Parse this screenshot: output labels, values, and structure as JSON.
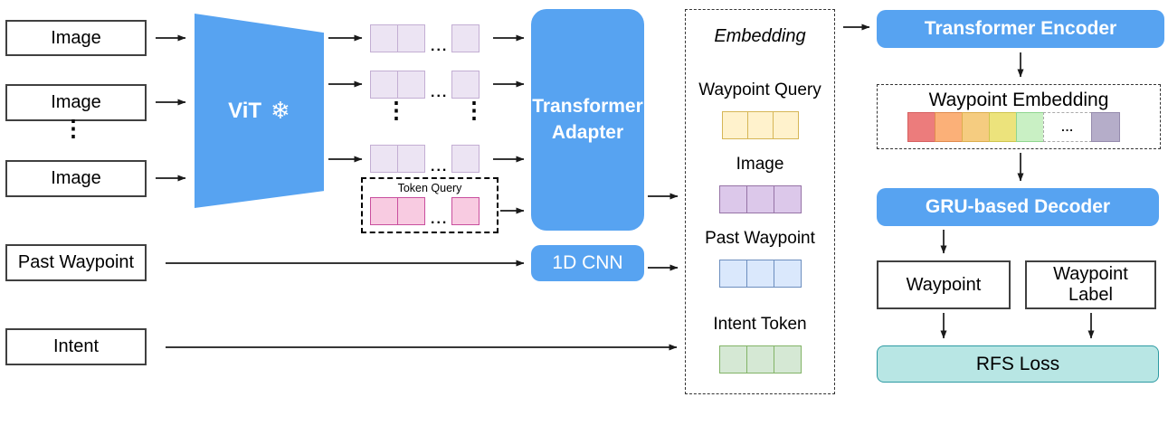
{
  "colors": {
    "blue": "#57a3f1",
    "teal_fill": "#b8e6e4",
    "teal_border": "#2d9aa3",
    "vit_token_fill": "#ece4f3",
    "vit_token_border": "#c3aed3",
    "pink_fill": "#f8cbe1",
    "pink_border": "#c94f9e"
  },
  "inputs": {
    "image1": "Image",
    "image2": "Image",
    "image3": "Image",
    "vdots": "⋮",
    "past_waypoint": "Past Waypoint",
    "intent": "Intent"
  },
  "vit": {
    "label": "ViT",
    "snowflake": "❄"
  },
  "row_dots": {
    "v": "⋮"
  },
  "vit_token_cells": [
    {
      "bg": "#ece4f3",
      "bd": "#c3aed3",
      "w": 31
    },
    {
      "bg": "#ece4f3",
      "bd": "#c3aed3",
      "w": 31
    },
    {
      "dots": "..."
    },
    {
      "bg": "#ece4f3",
      "bd": "#c3aed3",
      "w": 31
    }
  ],
  "token_query": {
    "label": "Token Query",
    "cells": [
      {
        "bg": "#f8cbe1",
        "bd": "#c94f9e",
        "w": 31
      },
      {
        "bg": "#f8cbe1",
        "bd": "#c94f9e",
        "w": 31
      },
      {
        "dots": "..."
      },
      {
        "bg": "#f8cbe1",
        "bd": "#c94f9e",
        "w": 31
      }
    ]
  },
  "adapter": {
    "line1": "Transformer",
    "line2": "Adapter"
  },
  "cnn": {
    "label": "1D CNN"
  },
  "embedding_panel": {
    "title": "Embedding",
    "groups": [
      {
        "label": "Waypoint Query",
        "cells": [
          {
            "bg": "#fff2cc",
            "bd": "#d6b656",
            "w": 29
          },
          {
            "bg": "#fff2cc",
            "bd": "#d6b656",
            "w": 29
          },
          {
            "bg": "#fff2cc",
            "bd": "#d6b656",
            "w": 29
          }
        ]
      },
      {
        "label": "Image",
        "cells": [
          {
            "bg": "#dcc8ea",
            "bd": "#9673a6",
            "w": 31
          },
          {
            "bg": "#dcc8ea",
            "bd": "#9673a6",
            "w": 31
          },
          {
            "bg": "#dcc8ea",
            "bd": "#9673a6",
            "w": 31
          }
        ]
      },
      {
        "label": "Past Waypoint",
        "cells": [
          {
            "bg": "#dae8fc",
            "bd": "#6c8ebf",
            "w": 31
          },
          {
            "bg": "#dae8fc",
            "bd": "#6c8ebf",
            "w": 31
          },
          {
            "bg": "#dae8fc",
            "bd": "#6c8ebf",
            "w": 31
          }
        ]
      },
      {
        "label": "Intent Token",
        "cells": [
          {
            "bg": "#d5e8d4",
            "bd": "#82b366",
            "w": 31
          },
          {
            "bg": "#d5e8d4",
            "bd": "#82b366",
            "w": 31
          },
          {
            "bg": "#d5e8d4",
            "bd": "#82b366",
            "w": 31
          }
        ]
      }
    ]
  },
  "encoder": {
    "label": "Transformer Encoder"
  },
  "waypoint_embedding": {
    "title": "Waypoint Embedding",
    "cells": [
      {
        "bg": "#ec7c7c",
        "bd": "#d66060",
        "w": 31
      },
      {
        "bg": "#fbb078",
        "bd": "#e08b4e",
        "w": 31
      },
      {
        "bg": "#f5cc80",
        "bd": "#dcae4e",
        "w": 31
      },
      {
        "bg": "#ece37c",
        "bd": "#cfc44e",
        "w": 31
      },
      {
        "bg": "#c9f0c4",
        "bd": "#8fd68f",
        "w": 31
      },
      {
        "bg": "#ffffff",
        "bd": "#aaaaaa",
        "w": 54,
        "dashed": true,
        "dots": "..."
      },
      {
        "bg": "#b5adc9",
        "bd": "#958bad",
        "w": 32
      }
    ]
  },
  "decoder": {
    "label": "GRU-based Decoder"
  },
  "outputs": {
    "waypoint": "Waypoint",
    "waypoint_label": "Waypoint Label"
  },
  "loss": {
    "label": "RFS Loss"
  }
}
